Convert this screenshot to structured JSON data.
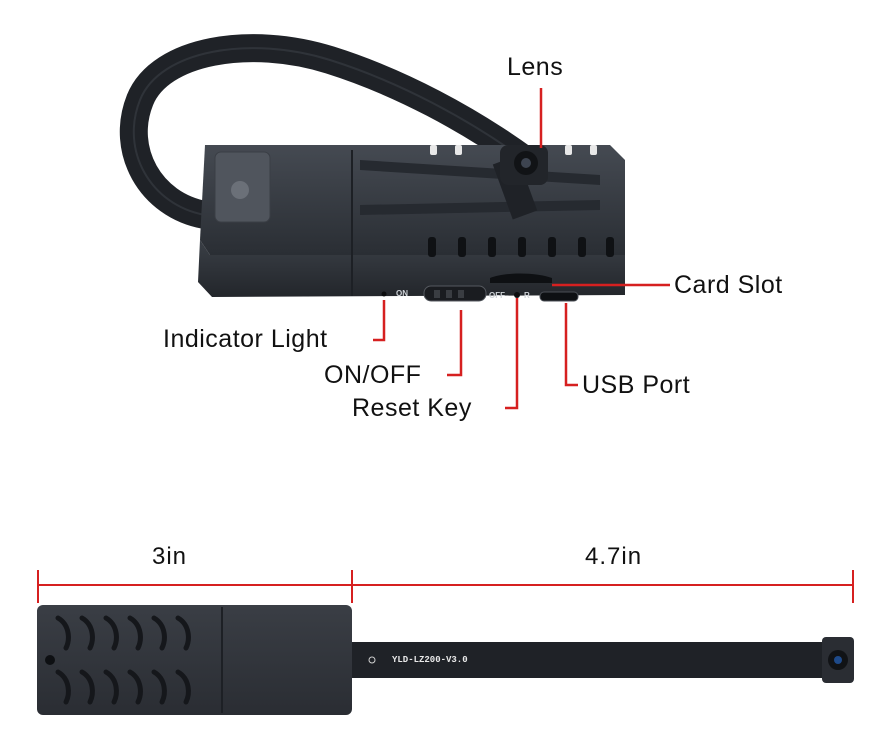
{
  "callouts": {
    "lens": "Lens",
    "card_slot": "Card Slot",
    "indicator_light": "Indicator Light",
    "on_off": "ON/OFF",
    "reset_key": "Reset Key",
    "usb_port": "USB Port"
  },
  "device_markings": {
    "on": "ON",
    "off": "OFF",
    "reset": "R"
  },
  "dimensions": {
    "body_length": "3in",
    "cable_length": "4.7in"
  },
  "pcb_label": "YLD-LZ200-V3.0",
  "colors": {
    "callout_line": "#d62020",
    "device_body": "#2e3238",
    "ribbon_cable": "#1f2227"
  }
}
